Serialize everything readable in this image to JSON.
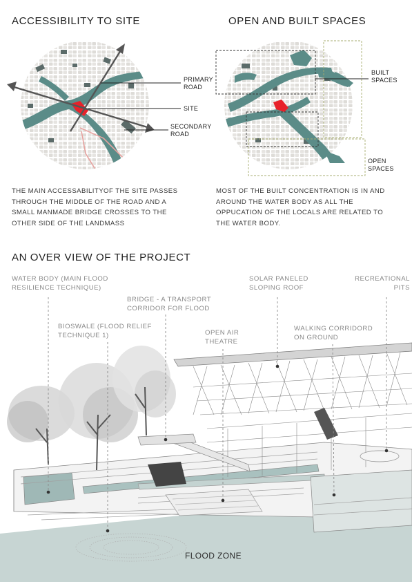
{
  "colors": {
    "water": "#5b8c88",
    "water_light": "#a9c1bf",
    "ground": "#c7d5d3",
    "site": "#e8222a",
    "block": "#e9e7e4",
    "dark_block": "#5b6b69",
    "line": "#333333",
    "leader": "#7a7a7a",
    "caption": "#888888",
    "box_built": "#333333",
    "box_open": "#a7ad70"
  },
  "section_access": {
    "title": "ACCESSIBILITY TO SITE",
    "labels": {
      "primary": "PRIMARY\nROAD",
      "site": "SITE",
      "secondary": "SECONDARY\nROAD"
    },
    "caption": "THE MAIN ACCESSABILITYOF THE SITE PASSES THROUGH THE MIDDLE OF THE ROAD AND A SMALL MANMADE BRIDGE CROSSES  TO THE OTHER SIDE OF THE LANDMASS"
  },
  "section_spaces": {
    "title": "OPEN AND BUILT SPACES",
    "labels": {
      "built": "BUILT\nSPACES",
      "open": "OPEN\nSPACES"
    },
    "caption": "MOST OF THE BUILT CONCENTRATION IS IN AND AROUND  THE WATER BODY AS ALL THE OPPUCATION OF THE LOCALS ARE RELATED TO THE WATER BODY."
  },
  "overview": {
    "title": "AN OVER VIEW OF THE PROJECT",
    "callouts": {
      "water_body": "WATER BODY (MAIN FLOOD\nRESILIENCE TECHNIQUE)",
      "bridge": "BRIDGE - A TRANSPORT\nCORRIDOR FOR FLOOD",
      "bioswale": "BIOSWALE (FLOOD RELIEF\nTECHNIQUE 1)",
      "theatre": "OPEN AIR\nTHEATRE",
      "solar": "SOLAR PANELED\nSLOPING ROOF",
      "walking": "WALKING CORRIDORD\nON GROUND",
      "pits": "RECREATIONAL\nPITS",
      "flood_zone": "FLOOD ZONE"
    }
  }
}
